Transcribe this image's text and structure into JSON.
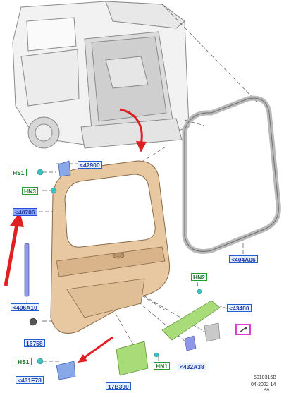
{
  "labels": {
    "p42900": "<42900",
    "hs1_top": "HS1",
    "hn3": "HN3",
    "p40706": "<40706",
    "p406a10": "<406A10",
    "p16758": "16758",
    "hs1_bottom": "HS1",
    "p431f78": "<431F78",
    "p17b390": "17B390",
    "hn1": "HN1",
    "p432a38": "<432A38",
    "p43400": "<43400",
    "hn2": "HN2",
    "p404a06": "<404A06"
  },
  "footer": {
    "code": "5010315B",
    "date": "04-2022 14",
    "small": "4A"
  },
  "colors": {
    "tailgate": "#e8c8a0",
    "glass_seal": "#b9b9b9",
    "trim": "#a8dc78",
    "label_blue": "#1f5fd0",
    "label_green": "#2a9a36",
    "arrow_red": "#e02020",
    "highlight_magenta": "#e23bd3"
  },
  "icons": {
    "magenta_box": "pointer-icon"
  }
}
